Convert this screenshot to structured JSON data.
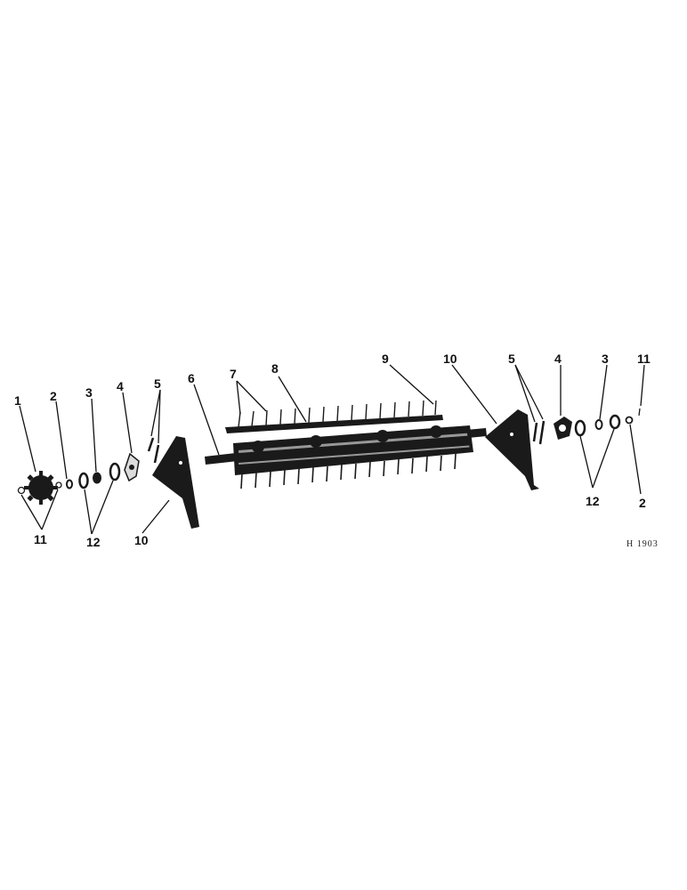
{
  "diagram": {
    "drawing_code": "H 1903",
    "callouts": {
      "left_1": "1",
      "left_2": "2",
      "left_3": "3",
      "left_4": "4",
      "left_5": "5",
      "left_11": "11",
      "left_12": "12",
      "left_10": "10",
      "center_6": "6",
      "center_7": "7",
      "center_8": "8",
      "center_9": "9",
      "right_10": "10",
      "right_5": "5",
      "right_4": "4",
      "right_3": "3",
      "right_11": "11",
      "right_12": "12",
      "right_2": "2"
    }
  }
}
